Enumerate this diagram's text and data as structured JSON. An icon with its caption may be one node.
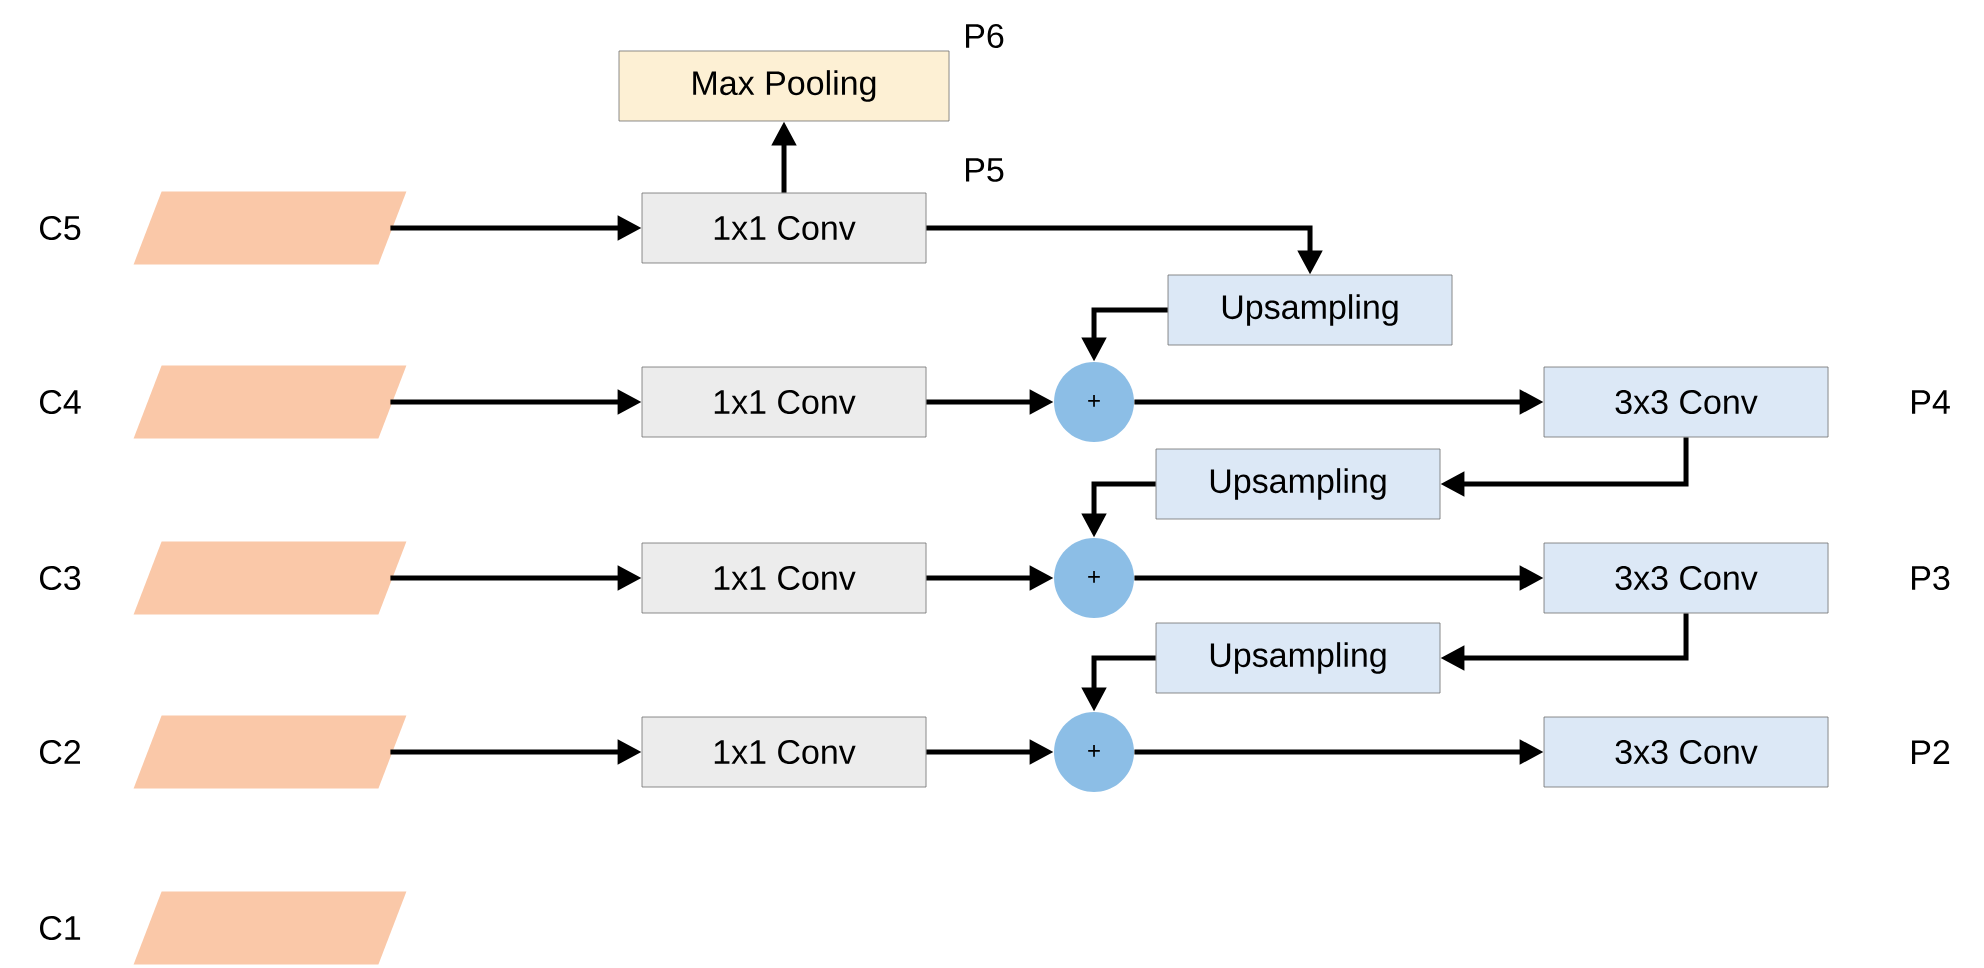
{
  "diagram": {
    "nodes": [
      {
        "text": [
          "C5"
        ]
      },
      {
        "text": [
          "C4"
        ]
      },
      {
        "text": [
          "C3"
        ]
      },
      {
        "text": [
          "C2"
        ]
      },
      {
        "text": [
          "C1"
        ]
      },
      {
        "text": [
          "Max Pooling"
        ],
        "beside": [
          "P6"
        ]
      },
      {
        "text": [
          "1x1 Conv"
        ],
        "beside": [
          "P5"
        ]
      },
      {
        "text": [
          "1x1 Conv"
        ]
      },
      {
        "text": [
          "1x1 Conv"
        ]
      },
      {
        "text": [
          "1x1 Conv"
        ]
      },
      {
        "text": [
          "Upsampling"
        ]
      },
      {
        "text": [
          "+"
        ]
      },
      {
        "text": [
          "3x3 Conv"
        ],
        "beside": [
          "P4"
        ]
      },
      {
        "text": [
          "Upsampling"
        ]
      },
      {
        "text": [
          "+"
        ]
      },
      {
        "text": [
          "3x3 Conv"
        ],
        "beside": [
          "P3"
        ]
      },
      {
        "text": [
          "Upsampling"
        ]
      },
      {
        "text": [
          "+"
        ]
      },
      {
        "text": [
          "3x3 Conv"
        ],
        "beside": [
          "P2"
        ]
      }
    ],
    "edges": [
      {
        "from": 0,
        "to": 6,
        "arrow": "to"
      },
      {
        "from": 6,
        "to": 5,
        "arrow": "to"
      },
      {
        "from": 6,
        "to": 10,
        "arrow": "to"
      },
      {
        "from": 10,
        "to": 11,
        "arrow": "to"
      },
      {
        "from": 1,
        "to": 7,
        "arrow": "to"
      },
      {
        "from": 7,
        "to": 11,
        "arrow": "to"
      },
      {
        "from": 11,
        "to": 12,
        "arrow": "to"
      },
      {
        "from": 12,
        "to": 13,
        "arrow": "to"
      },
      {
        "from": 13,
        "to": 14,
        "arrow": "to"
      },
      {
        "from": 2,
        "to": 8,
        "arrow": "to"
      },
      {
        "from": 8,
        "to": 14,
        "arrow": "to"
      },
      {
        "from": 14,
        "to": 15,
        "arrow": "to"
      },
      {
        "from": 15,
        "to": 16,
        "arrow": "to"
      },
      {
        "from": 16,
        "to": 17,
        "arrow": "to"
      },
      {
        "from": 3,
        "to": 9,
        "arrow": "to"
      },
      {
        "from": 9,
        "to": 17,
        "arrow": "to"
      },
      {
        "from": 17,
        "to": 18,
        "arrow": "to"
      }
    ]
  }
}
